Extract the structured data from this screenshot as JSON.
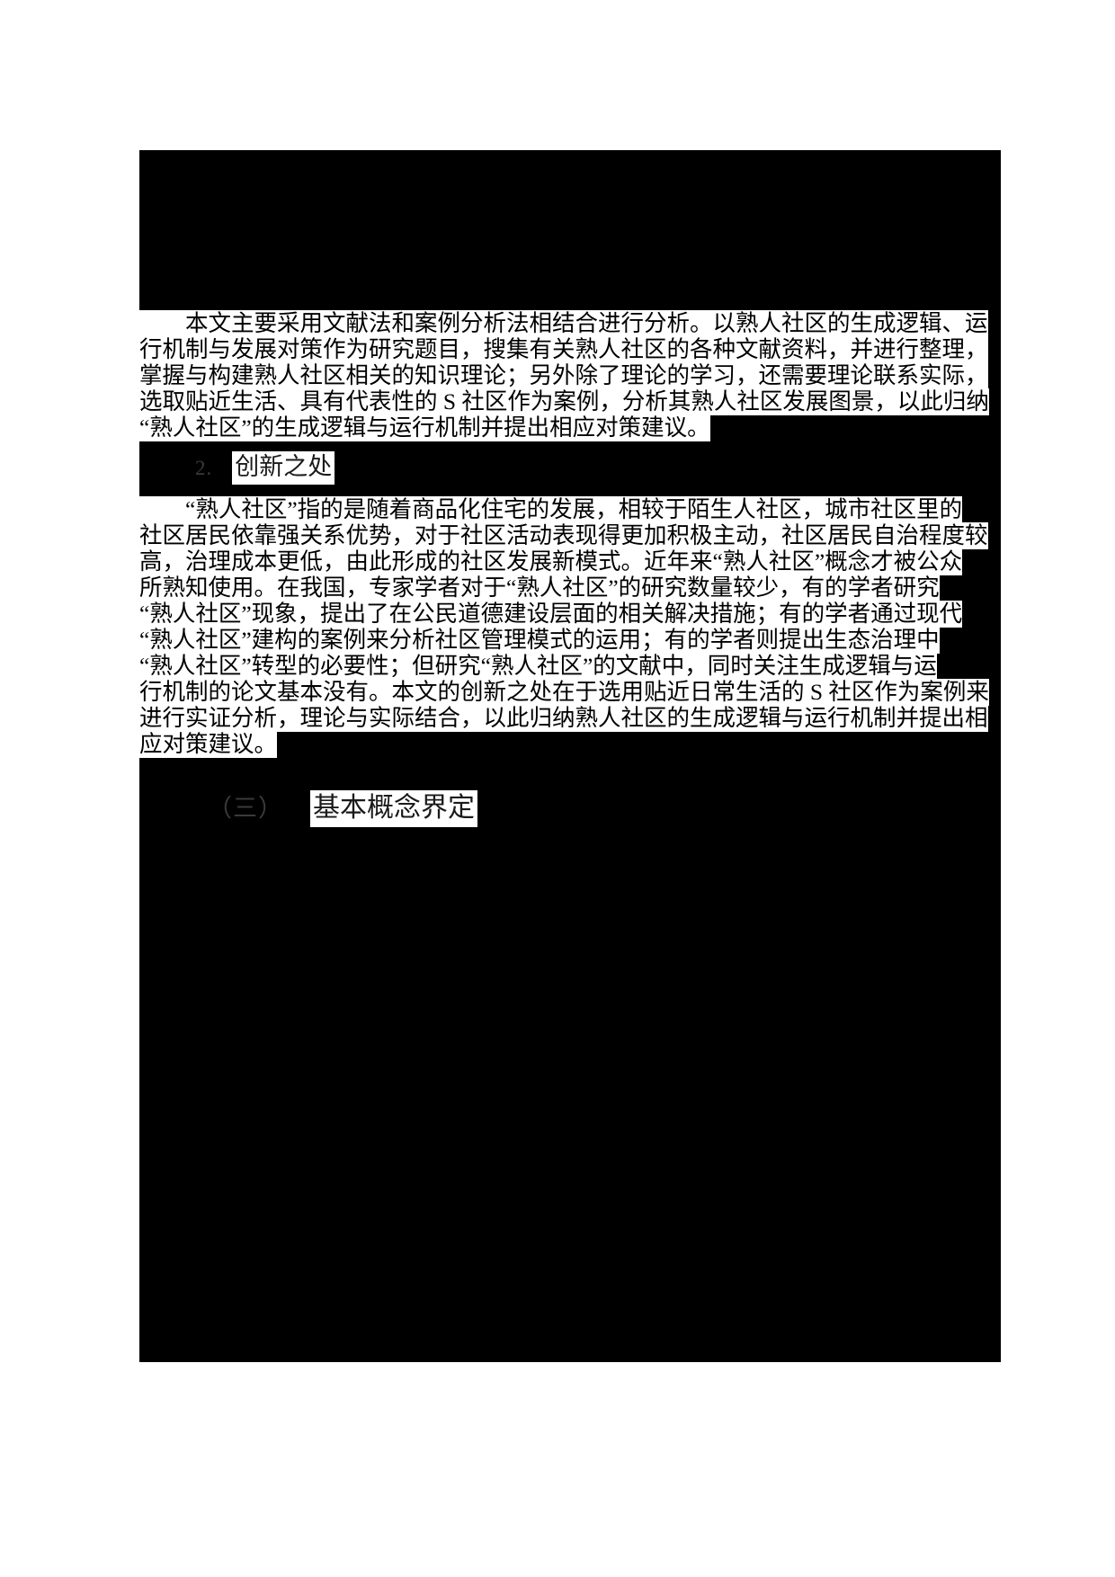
{
  "document": {
    "language": "zh-CN",
    "page_background": "#ffffff",
    "redaction_color": "#000000",
    "highlight_color": "#ffffff",
    "text_color": "#000000",
    "heading_number_color": "#3a3a3a"
  },
  "blocks": [
    {
      "id": "para-method",
      "type": "paragraph",
      "lines": [
        "　　本文主要采用文献法和案例分析法相结合进行分析。以熟人社区的生成逻辑、运",
        "行机制与发展对策作为研究题目，搜集有关熟人社区的各种文献资料，并进行整理，",
        "掌握与构建熟人社区相关的知识理论；另外除了理论的学习，还需要理论联系实际，",
        "选取贴近生活、具有代表性的 S 社区作为案例，分析其熟人社区发展图景，以此归纳",
        "“熟人社区”的生成逻辑与运行机制并提出相应对策建议。"
      ]
    },
    {
      "id": "head-innov",
      "type": "heading",
      "number": "2.",
      "text": "创新之处"
    },
    {
      "id": "para-innov",
      "type": "paragraph",
      "lines": [
        "　　“熟人社区”指的是随着商品化住宅的发展，相较于陌生人社区，城市社区里的",
        "社区居民依靠强关系优势，对于社区活动表现得更加积极主动，社区居民自治程度较",
        "高，治理成本更低，由此形成的社区发展新模式。近年来“熟人社区”概念才被公众",
        "所熟知使用。在我国，专家学者对于“熟人社区”的研究数量较少，有的学者研究",
        "“熟人社区”现象，提出了在公民道德建设层面的相关解决措施；有的学者通过现代",
        "“熟人社区”建构的案例来分析社区管理模式的运用；有的学者则提出生态治理中",
        "“熟人社区”转型的必要性；但研究“熟人社区”的文献中，同时关注生成逻辑与运",
        "行机制的论文基本没有。本文的创新之处在于选用贴近日常生活的 S 社区作为案例来",
        "进行实证分析，理论与实际结合，以此归纳熟人社区的生成逻辑与运行机制并提出相",
        "应对策建议。"
      ]
    },
    {
      "id": "head-concept",
      "type": "heading",
      "number": "（三）",
      "text": "基本概念界定"
    }
  ]
}
